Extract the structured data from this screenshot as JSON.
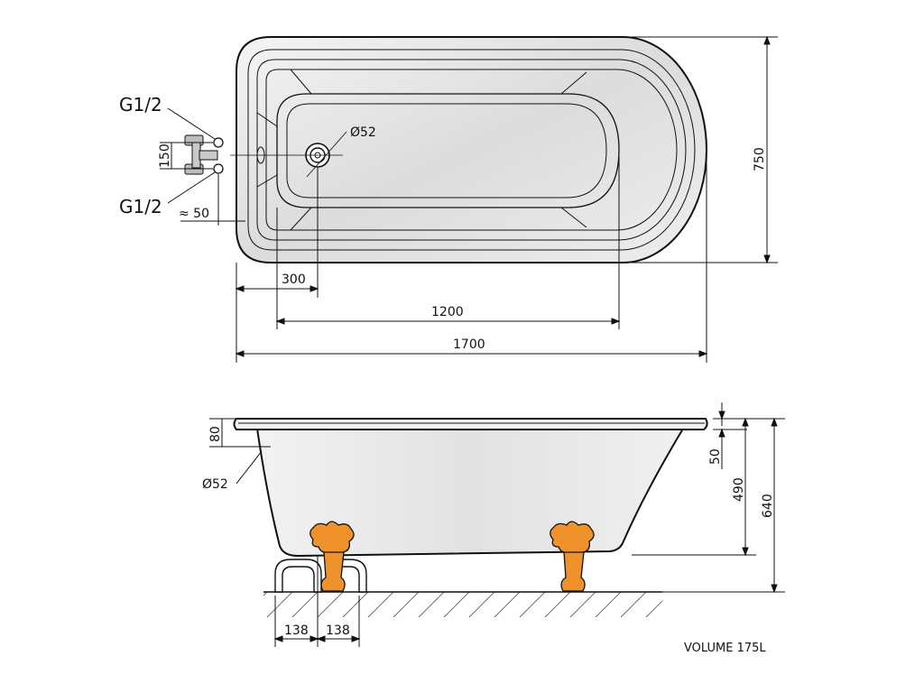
{
  "top_view": {
    "connections": {
      "inlet_top": "G1/2",
      "inlet_bottom": "G1/2",
      "inlet_spacing": "150",
      "inlet_offset": "≈ 50"
    },
    "drain_diameter": "Ø52",
    "drain_position": "300",
    "inner_length": "1200",
    "total_length": "1700",
    "total_width": "750"
  },
  "side_view": {
    "rim_height": "80",
    "overflow_diameter": "Ø52",
    "rim_offset": "50",
    "tub_height": "490",
    "total_height": "640",
    "foot_spacing_left": "138",
    "foot_spacing_right": "138"
  },
  "volume_label": "VOLUME 175L",
  "colors": {
    "line": "#111111",
    "tub_fill": "#e9e9e9",
    "feet": "#f0922b"
  }
}
